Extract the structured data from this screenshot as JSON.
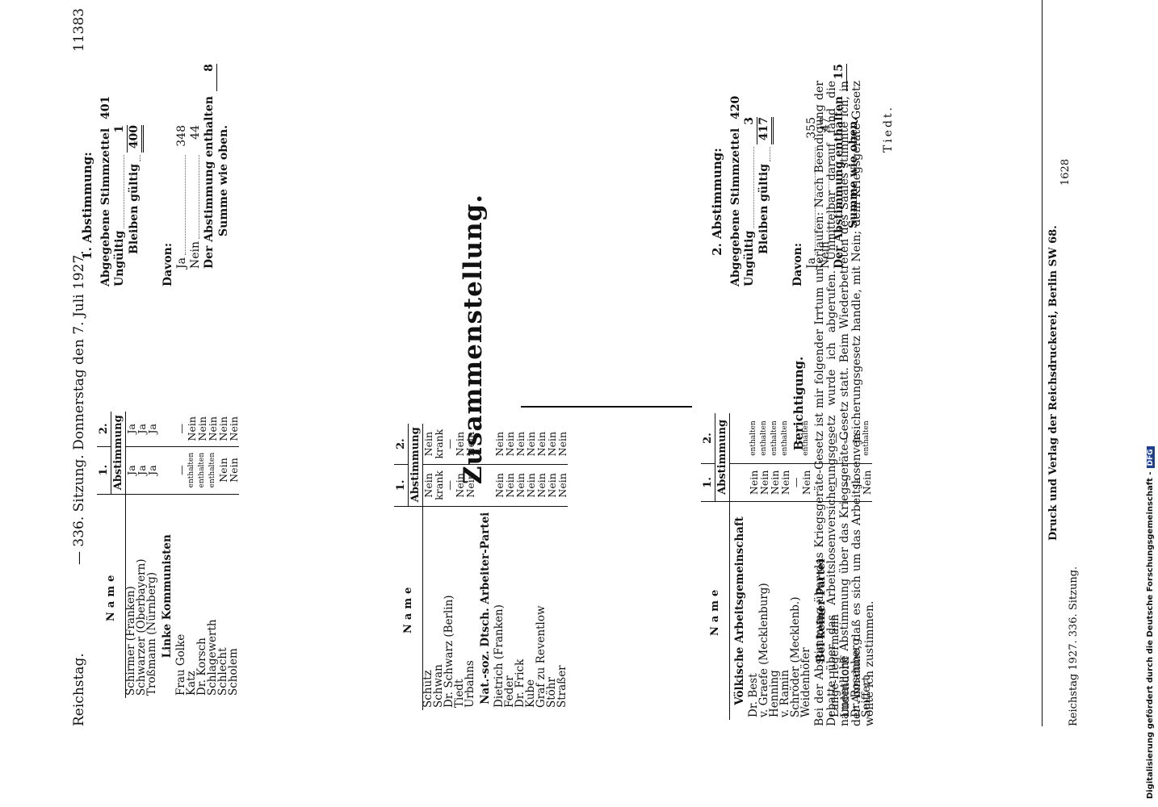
{
  "header": {
    "left": "Reichstag.",
    "center": "— 336. Sitzung. Donnerstag den 7. Juli 1927.",
    "right": "11383"
  },
  "table_headers": {
    "name": "Name",
    "v1": "1.",
    "v2": "2.",
    "abst": "Abstimmung"
  },
  "col1": [
    {
      "type": "row",
      "name": "Schirmer (Franken)",
      "v1": "Ja",
      "v2": "Ja"
    },
    {
      "type": "row",
      "name": "Schwarzer (Oberbayern)",
      "v1": "Ja",
      "v2": "Ja"
    },
    {
      "type": "row",
      "name": "Troßmann (Nürnberg)",
      "v1": "Ja",
      "v2": "Ja"
    },
    {
      "type": "party",
      "name": "Linke Kommunisten"
    },
    {
      "type": "row",
      "name": "Frau Golke",
      "v1": "—",
      "v2": "—"
    },
    {
      "type": "row",
      "name": "Katz",
      "v1": "enthalten",
      "v2": "Nein"
    },
    {
      "type": "row",
      "name": "Dr. Korsch",
      "v1": "enthalten",
      "v2": "Nein"
    },
    {
      "type": "row",
      "name": "Schlagewerth",
      "v1": "enthalten",
      "v2": "Nein"
    },
    {
      "type": "row",
      "name": "Schlecht",
      "v1": "Nein",
      "v2": "Nein"
    },
    {
      "type": "row",
      "name": "Scholem",
      "v1": "Nein",
      "v2": "Nein"
    }
  ],
  "col2": [
    {
      "type": "row",
      "name": "Schütz",
      "v1": "Nein",
      "v2": "Nein"
    },
    {
      "type": "row",
      "name": "Schwan",
      "v1": "krank",
      "v2": "krank"
    },
    {
      "type": "row",
      "name": "Dr. Schwarz (Berlin)",
      "v1": "—",
      "v2": "—"
    },
    {
      "type": "row",
      "name": "Tiedt",
      "v1": "Nein",
      "v2": "Nein"
    },
    {
      "type": "row",
      "name": "Urbahns",
      "v1": "Nein",
      "v2": "Nein"
    },
    {
      "type": "party",
      "name": "Nat.-soz. Dtsch. Arbeiter-Partei"
    },
    {
      "type": "row",
      "name": "Dietrich (Franken)",
      "v1": "Nein",
      "v2": "Nein"
    },
    {
      "type": "row",
      "name": "Feder",
      "v1": "Nein",
      "v2": "Nein"
    },
    {
      "type": "row",
      "name": "Dr. Frick",
      "v1": "Nein",
      "v2": "Nein"
    },
    {
      "type": "row",
      "name": "Kube",
      "v1": "Nein",
      "v2": "Nein"
    },
    {
      "type": "row",
      "name": "Graf zu Reventlow",
      "v1": "Nein",
      "v2": "Nein"
    },
    {
      "type": "row",
      "name": "Stöhr",
      "v1": "Nein",
      "v2": "Nein"
    },
    {
      "type": "row",
      "name": "Straßer",
      "v1": "Nein",
      "v2": "Nein"
    }
  ],
  "col3": [
    {
      "type": "party",
      "name": "Völkische Arbeitsgemeinschaft"
    },
    {
      "type": "row",
      "name": "Dr. Best",
      "v1": "Nein",
      "v2": "enthalten"
    },
    {
      "type": "row",
      "name": "v. Graefe (Mecklenburg)",
      "v1": "Nein",
      "v2": "enthalten"
    },
    {
      "type": "row",
      "name": "Henning",
      "v1": "Nein",
      "v2": "enthalten"
    },
    {
      "type": "row",
      "name": "v. Ramin",
      "v1": "Nein",
      "v2": "enthalten"
    },
    {
      "type": "row",
      "name": "Schröder (Mecklenb.)",
      "v1": "—",
      "v2": "—"
    },
    {
      "type": "row",
      "name": "Weidenhöfer",
      "v1": "Nein",
      "v2": "enthalten"
    },
    {
      "type": "party",
      "name": "Bei keiner Partei"
    },
    {
      "type": "row",
      "name": "Lange-Hegermann",
      "v1": "—",
      "v2": "—"
    },
    {
      "type": "row",
      "name": "Ludendorff",
      "v1": "—",
      "v2": "—"
    },
    {
      "type": "row",
      "name": "Dr. Rosenberg",
      "v1": "Ja",
      "v2": "Ja"
    },
    {
      "type": "row",
      "name": "Seiffert",
      "v1": "Nein",
      "v2": "enthalten"
    }
  ],
  "summary": {
    "title": "Zusammenstellung.",
    "vote1": {
      "heading": "1. Abstimmung:",
      "abgegeben_label": "Abgegebene Stimmzettel",
      "abgegeben": "401",
      "ungueltig_label": "Ungültig",
      "ungueltig": "1",
      "gueltig_label": "Bleiben gültig",
      "gueltig": "400",
      "davon": "Davon:",
      "ja_label": "Ja",
      "ja": "348",
      "nein_label": "Nein",
      "nein": "44",
      "enth_label": "Der Abstimmung enthalten",
      "enth": "8",
      "summe": "Summe wie oben."
    },
    "vote2": {
      "heading": "2. Abstimmung:",
      "abgegeben_label": "Abgegebene Stimmzettel",
      "abgegeben": "420",
      "ungueltig_label": "Ungültig",
      "ungueltig": "3",
      "gueltig_label": "Bleiben gültig",
      "gueltig": "417",
      "davon": "Davon:",
      "ja_label": "Ja",
      "ja": "355",
      "nein_label": "Nein",
      "nein": "47",
      "enth_label": "Der Abstimmung enthalten",
      "enth": "15",
      "summe": "Summe wie oben."
    }
  },
  "berichtigung": {
    "heading": "Berichtigung.",
    "text": "Bei der Abstimmung über das Kriegsgeräte-Gesetz ist mir folgender Irrtum unterlaufen: Nach Beendigung der Debatte über das Arbeitslosenversicherungsgesetz wurde ich abgerufen. Unmittelbar darauf fand die namentliche Abstimmung über das Kriegsgeräte-Gesetz statt. Beim Wiederbetreten des Saales stimmte ich, in der Annahme, daß es sich um das Arbeitslosenversicherungsgesetz handle, mit Nein; dem Kriegsgeräte-Gesetz wollte ich zustimmen.",
    "signature": "Tiedt."
  },
  "footer": {
    "left": "Reichstag 1927. 336. Sitzung.",
    "center": "Druck und Verlag der Reichsdruckerei, Berlin SW 68.",
    "right": "1628"
  },
  "margin_note": "Digitalisierung gefördert durch die Deutsche Forschungsgemeinschaft -",
  "margin_logo": "DFG"
}
